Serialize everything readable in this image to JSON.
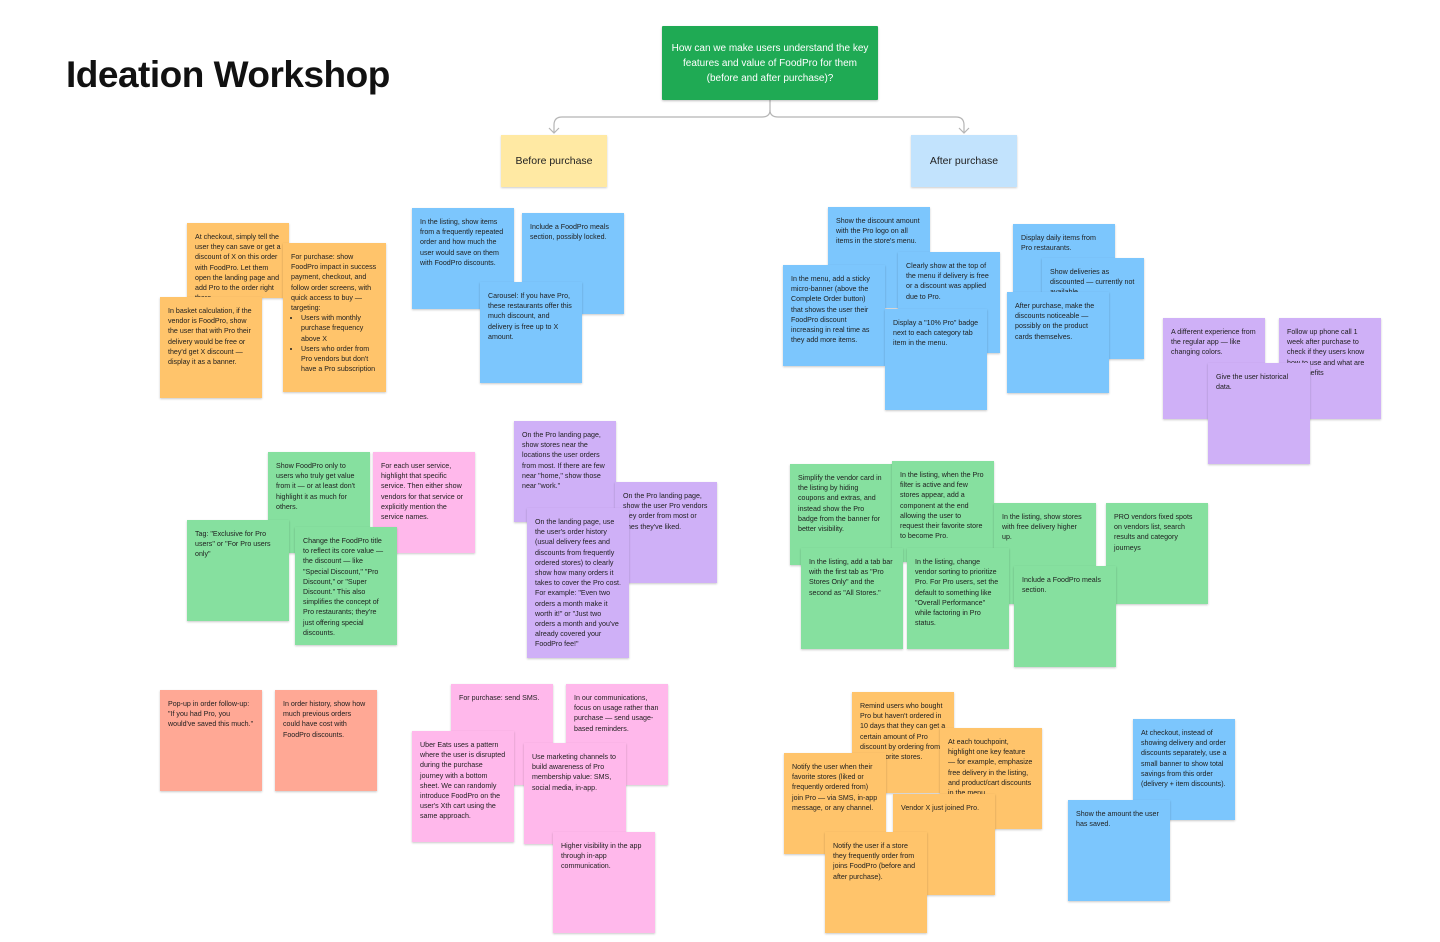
{
  "page": {
    "title": "Ideation Workshop"
  },
  "question": "How can we make users understand the key features and value of FoodPro for them (before and after purchase)?",
  "branches": {
    "before": "Before purchase",
    "after": "After purchase"
  },
  "colors": {
    "question": "#1faa54",
    "before": "#ffe9a3",
    "after": "#c2e3fd",
    "orange": "#ffc46b",
    "blue": "#7cc6fd",
    "purple": "#cfb0f7",
    "green": "#86e09f",
    "pink": "#ffb8eb",
    "red": "#ffa895"
  },
  "notes": {
    "n1": "At checkout, simply tell the user they can save or get a discount of X on this order with FoodPro. Let them open the landing page and add Pro to the order right there.",
    "n2": "For purchase: show FoodPro impact in success payment, checkout, and follow order screens, with quick access to buy — targeting:",
    "n2_b1": "Users with monthly purchase frequency above X",
    "n2_b2": "Users who order from Pro vendors but don't have a Pro subscription",
    "n3": "In basket calculation, if the vendor is FoodPro, show the user that with Pro their delivery would be free or they'd get X discount — display it as a banner.",
    "n4": "In the listing, show items from a frequently repeated order and how much the user would save on them with FoodPro discounts.",
    "n5": "Include a FoodPro meals section, possibly locked.",
    "n6": "Carousel: If you have Pro, these restaurants offer this much discount, and delivery is free up to X amount.",
    "n7": "Show the discount amount with the Pro logo on all items in the store's menu.",
    "n8": "In the menu, add a sticky micro-banner (above the Complete Order button) that shows the user their FoodPro discount increasing in real time as they add more items.",
    "n9": "Clearly show at the top of the menu if delivery is free or a discount was applied due to Pro.",
    "n10": "Display a \"10% Pro\" badge next to each category tab item in the menu.",
    "n11": "Display daily items from Pro restaurants.",
    "n12": "Show deliveries as discounted — currently not available.",
    "n13": "After purchase, make the discounts noticeable — possibly on the product cards themselves.",
    "n14": "A different experience from the regular app — like changing colors.",
    "n15": "Follow up phone call 1 week after purchase to check if they users know how to use and what are the benefits",
    "n16": "Give the user historical data.",
    "n17": "Show FoodPro only to users who truly get value from it — or at least don't highlight it as much for others.",
    "n18": "For each user service, highlight that specific service. Then either show vendors for that service or explicitly mention the service names.",
    "n19": "Tag: \"Exclusive for Pro users\" or \"For Pro users only\"",
    "n20": "Change the FoodPro title to reflect its core value — the discount — like \"Special Discount,\" \"Pro Discount,\" or \"Super Discount.\" This also simplifies the concept of Pro restaurants; they're just offering special discounts.",
    "n21": "On the Pro landing page, show stores near the locations the user orders from most. If there are few near \"home,\" show those near \"work.\"",
    "n22": "On the Pro landing page, show the user Pro vendors they order from most or ones they've liked.",
    "n23": "On the landing page, use the user's order history (usual delivery fees and discounts from frequently ordered stores) to clearly show how many orders it takes to cover the Pro cost. For example: \"Even two orders a month make it worth it!\" or \"Just two orders a month and you've already covered your FoodPro fee!\"",
    "n24": "Simplify the vendor card in the listing by hiding coupons and extras, and instead show the Pro badge from the banner for better visibility.",
    "n25": "In the listing, when the Pro filter is active and few stores appear, add a component at the end allowing the user to request their favorite store to become Pro.",
    "n26": "In the listing, show stores with free delivery higher up.",
    "n27": "PRO vendors fixed spots on vendors list, search results and category journeys",
    "n28": "In the listing, add a tab bar with the first tab as \"Pro Stores Only\" and the second as \"All Stores.\"",
    "n29": "In the listing, change vendor sorting to prioritize Pro. For Pro users, set the default to something like \"Overall Performance\" while factoring in Pro status.",
    "n30": "Include a FoodPro meals section.",
    "n31": "Pop-up in order follow-up: \"If you had Pro, you would've saved this much.\"",
    "n32": "In order history, show how much previous orders could have cost with FoodPro discounts.",
    "n33": "For purchase: send SMS.",
    "n34": "In our communications, focus on usage rather than purchase — send usage-based reminders.",
    "n35": "Uber Eats uses a pattern where the user is disrupted during the purchase journey with a bottom sheet. We can randomly introduce FoodPro on the user's Xth cart using the same approach.",
    "n36": "Use marketing channels to build awareness of Pro membership value: SMS, social media, in-app.",
    "n37": "Higher visibility in the app through in-app communication.",
    "n38": "Remind users who bought Pro but haven't ordered in 10 days that they can get a certain amount of Pro discount by ordering from their favorite stores.",
    "n39": "At each touchpoint, highlight one key feature — for example, emphasize free delivery in the listing, and product/cart discounts in the menu.",
    "n40": "Notify the user when their favorite stores (liked or frequently ordered from) join Pro — via SMS, in-app message, or any channel.",
    "n41": "Vendor X just joined Pro.",
    "n42": "Notify the user if a store they frequently order from joins FoodPro (before and after purchase).",
    "n43": "At checkout, instead of showing delivery and order discounts separately, use a small banner to show total savings from this order (delivery + item discounts).",
    "n44": "Show the amount the user has saved."
  }
}
